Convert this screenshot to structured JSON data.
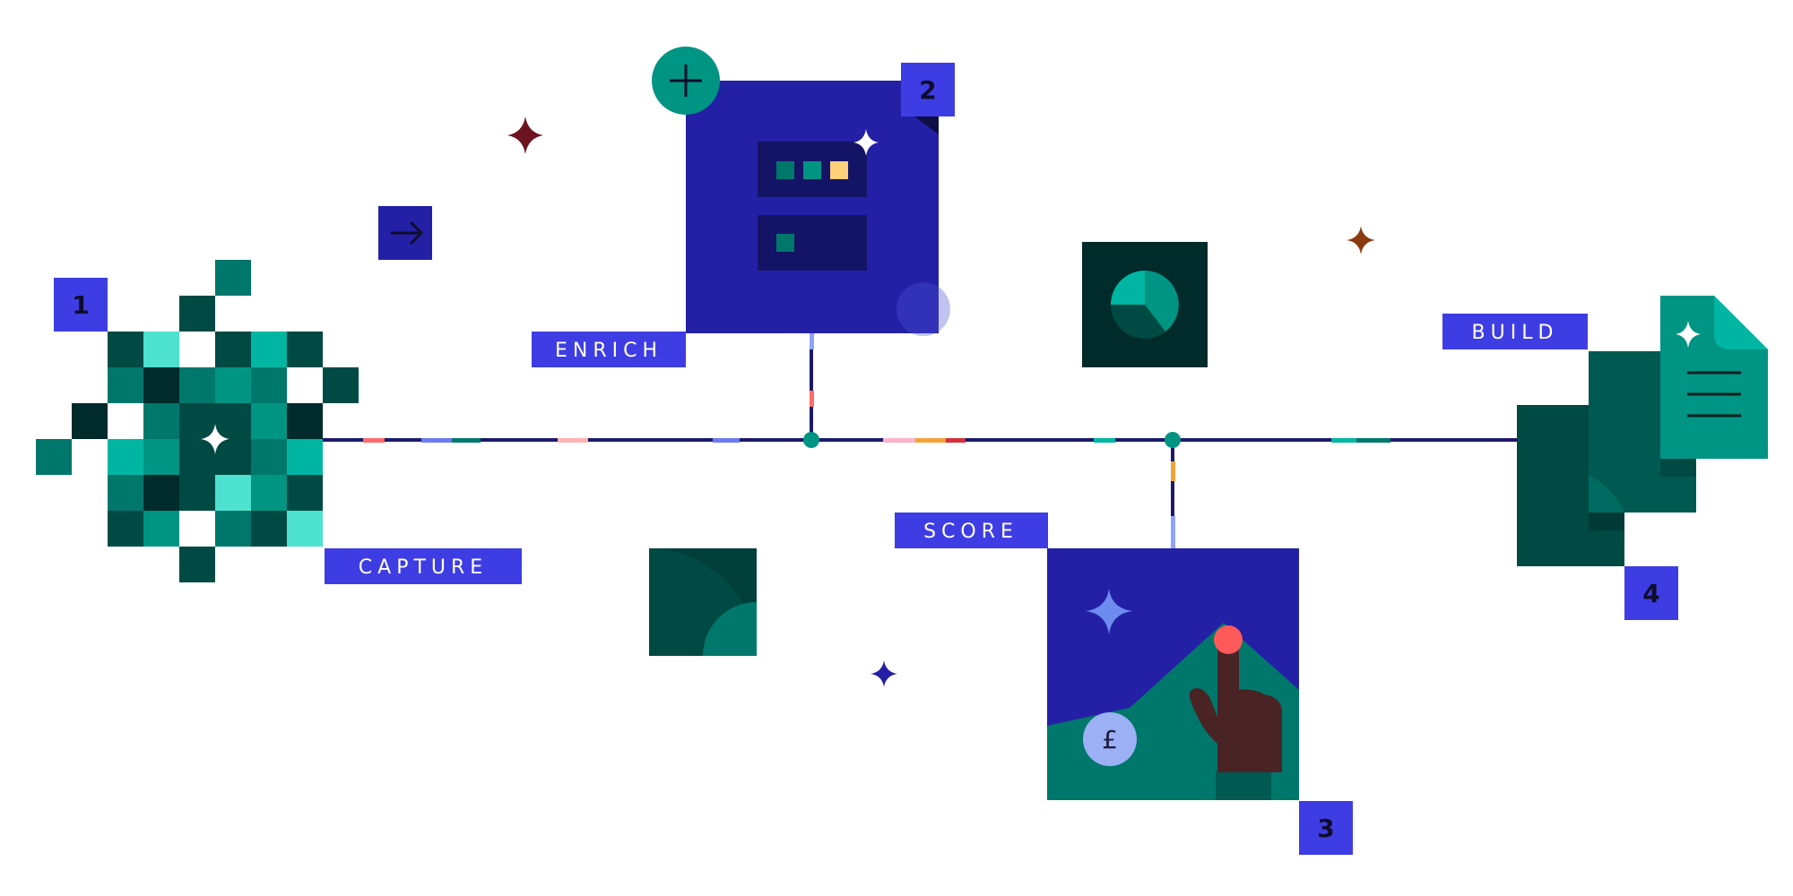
{
  "steps": [
    {
      "label": "CAPTURE",
      "number": "1"
    },
    {
      "label": "ENRICH",
      "number": "2"
    },
    {
      "label": "SCORE",
      "number": "3"
    },
    {
      "label": "BUILD",
      "number": "4"
    }
  ],
  "currency_symbol": "£",
  "colors": {
    "line": "#1c1a6b",
    "indigo": "#2420a6",
    "label_blue": "#3e3de3",
    "teal": "#009483",
    "dark_teal": "#004a44",
    "deep_teal": "#002b2b",
    "mint": "#4de2d0",
    "cyan": "#00b6a3",
    "maroon": "#6b1420",
    "rust": "#8b3a10",
    "coral": "#ff5a5a",
    "amber": "#ffd07a",
    "periwinkle": "#9bb0f5",
    "skin": "#4a2425"
  }
}
